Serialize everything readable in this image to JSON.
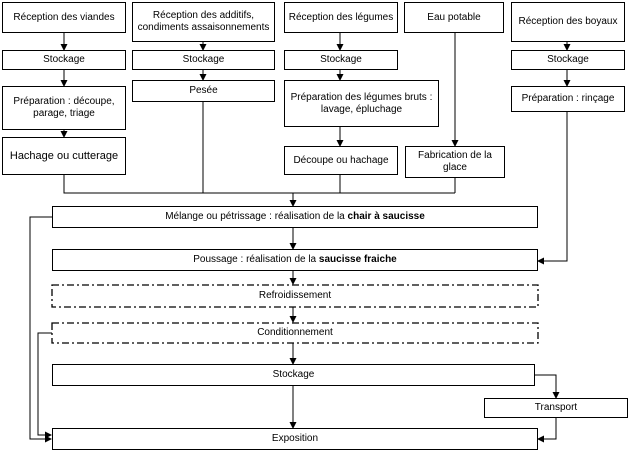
{
  "top_inputs": {
    "viandes": "Réception des viandes",
    "additifs": "Réception des additifs, condiments assaisonnements",
    "legumes": "Réception des légumes",
    "eau": "Eau potable",
    "boyaux": "Réception des boyaux"
  },
  "stockage_label": "Stockage",
  "prep_viandes": "Préparation : découpe, parage, triage",
  "pesee": "Pesée",
  "prep_legumes": "Préparation des légumes bruts : lavage, épluchage",
  "prep_boyaux": "Préparation : rinçage",
  "hachage": "Hachage ou cutterage",
  "decoupe_legumes": "Découpe ou hachage",
  "glace": "Fabrication de la glace",
  "melange": {
    "prefix": "Mélange ou pétrissage : réalisation de la ",
    "bold": "chair à saucisse"
  },
  "poussage": {
    "prefix": "Poussage : réalisation de la ",
    "bold": "saucisse fraiche"
  },
  "refroidissement": "Refroidissement",
  "conditionnement": "Conditionnement",
  "stockage_final": "Stockage",
  "transport": "Transport",
  "exposition": "Exposition"
}
